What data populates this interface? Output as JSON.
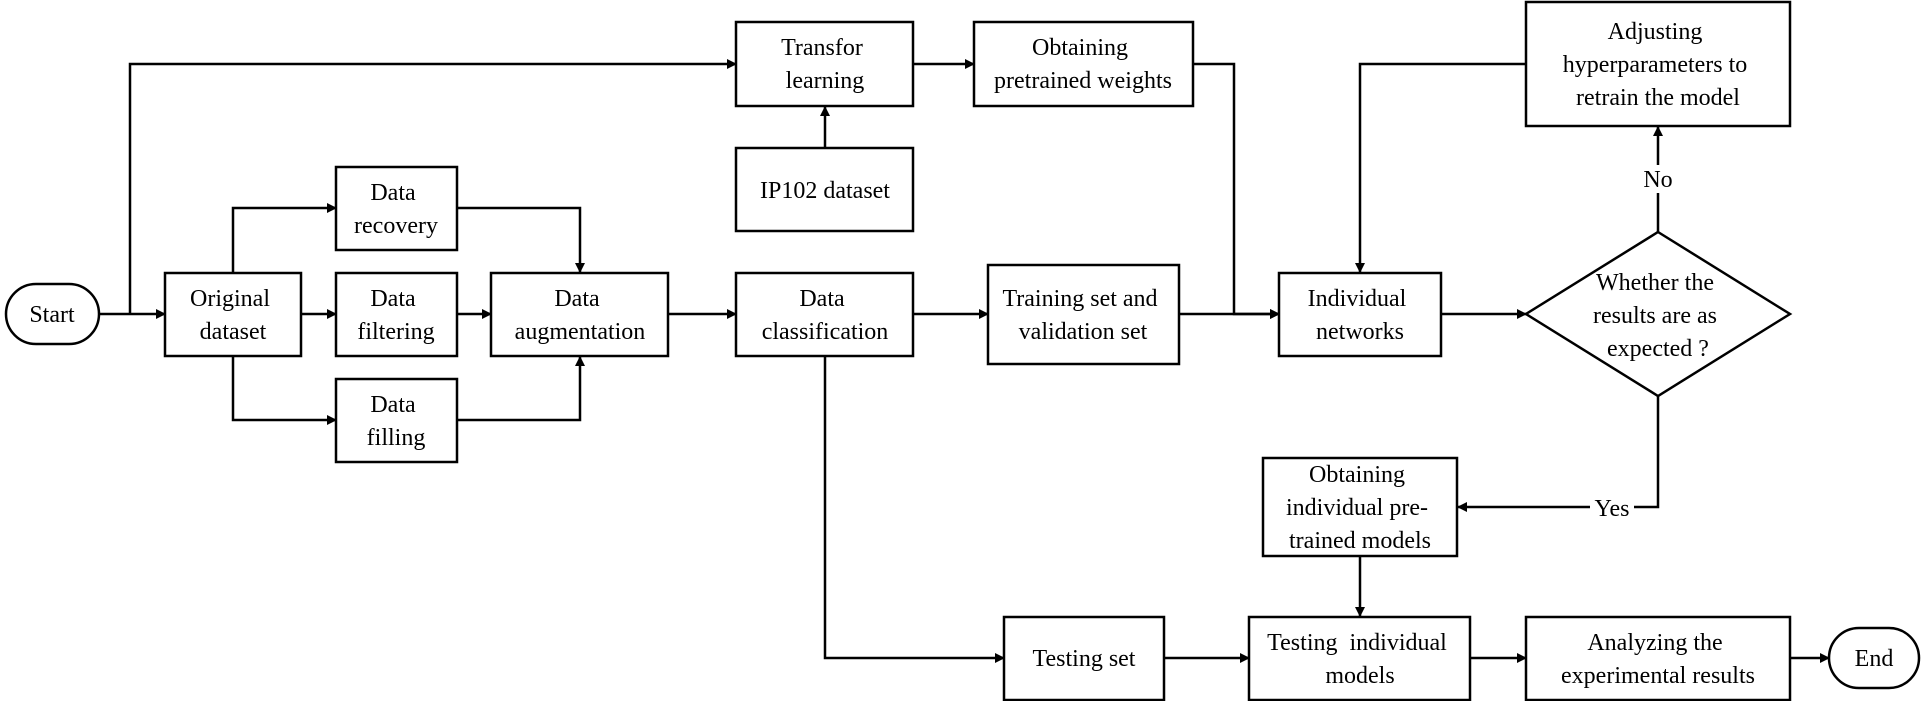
{
  "nodes": {
    "start": "Start",
    "original": [
      "Original",
      "dataset"
    ],
    "recovery": [
      "Data",
      "recovery"
    ],
    "filtering": [
      "Data",
      "filtering"
    ],
    "filling": [
      "Data",
      "filling"
    ],
    "augmentation": [
      "Data",
      "augmentation"
    ],
    "classification": [
      "Data",
      "classification"
    ],
    "transfer": [
      "Transfor",
      "learning"
    ],
    "ip102": "IP102 dataset",
    "pretrained_weights": [
      "Obtaining",
      "pretrained weights"
    ],
    "train_val": [
      "Training set and",
      "validation set"
    ],
    "individual": [
      "Individual",
      "networks"
    ],
    "decision": [
      "Whether the",
      "results are as",
      "expected ?"
    ],
    "adjust": [
      "Adjusting",
      "hyperparameters to",
      "retrain the model"
    ],
    "obtain_models": [
      "Obtaining",
      "individual pre-",
      "trained models"
    ],
    "testing_set": "Testing set",
    "testing_models": [
      "Testing  individual",
      "models"
    ],
    "analyzing": [
      "Analyzing the",
      "experimental results"
    ],
    "end": "End"
  },
  "edge_labels": {
    "no": "No",
    "yes": "Yes"
  }
}
